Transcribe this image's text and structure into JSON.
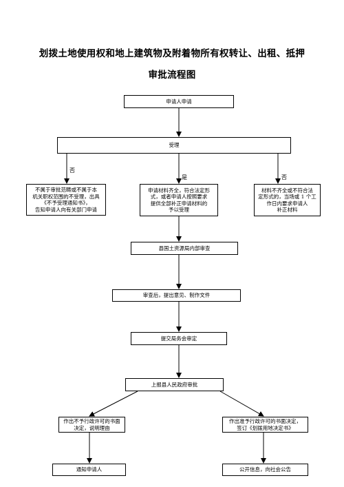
{
  "title": {
    "line1": "划拨土地使用权和地上建筑物及附着物所有权转让、出租、抵押",
    "line2": "审批流程图"
  },
  "nodes": {
    "apply": "申请人申请",
    "accept": "受理",
    "reject_left": "不属于审批范畴或不属于本\n机关职权范围的不受理，出具\n《不予受理通知书》，\n告知申请人向有关部门申请",
    "accept_mid": "申请材料齐全，符合法定形\n式，或者申请人按照要求\n提供全部补正申请材料的\n予以受理",
    "supplement": "材料不齐全或不符合法\n定形式的，当场或 1 个工\n作日内要求申请人\n补正材料",
    "internal_review": "县国土资源局内部审查",
    "opinion": "审查后，提出意见、制作文件",
    "bureau_meeting": "提交局务会审定",
    "gov_approval": "上报县人民政府审批",
    "deny_decision": "作出不予行政许可的书面\n决定，说明理由",
    "grant_decision": "作出准予行政许可的书面决定，\n签订《划拨用地决定书》",
    "notify": "通知申请人",
    "publish": "公开信息，向社会公告"
  },
  "labels": {
    "no_left": "否",
    "yes_mid": "是",
    "no_right": "否"
  }
}
